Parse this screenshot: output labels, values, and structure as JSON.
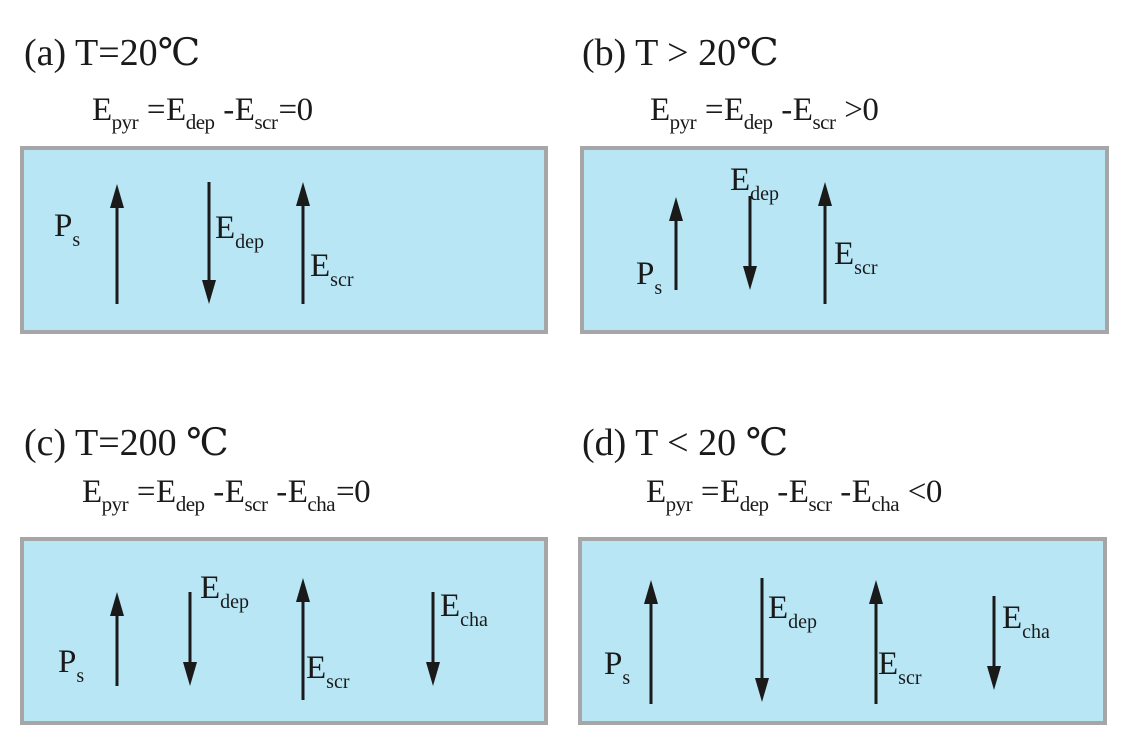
{
  "panels": [
    {
      "title": "(a)  T=20℃",
      "equation": [
        {
          "t": "E",
          "s": "pyr"
        },
        {
          "op": " =",
          "t": "E",
          "s": "dep"
        },
        {
          "op": " -",
          "t": "E",
          "s": "scr"
        },
        {
          "op": "=0"
        }
      ],
      "labels": {
        "ps": {
          "t": "P",
          "s": "s"
        },
        "edep": {
          "t": "E",
          "s": "dep"
        },
        "escr": {
          "t": "E",
          "s": "scr"
        }
      },
      "arrows": [
        {
          "name": "ps-arrow",
          "dir": "up"
        },
        {
          "name": "edep-arrow",
          "dir": "down"
        },
        {
          "name": "escr-arrow",
          "dir": "up"
        }
      ]
    },
    {
      "title": "(b)  T > 20℃",
      "equation": [
        {
          "t": "E",
          "s": "pyr"
        },
        {
          "op": " =",
          "t": "E",
          "s": "dep"
        },
        {
          "op": " -",
          "t": "E",
          "s": "scr"
        },
        {
          "op": " >0"
        }
      ],
      "labels": {
        "ps": {
          "t": "P",
          "s": "s"
        },
        "edep": {
          "t": "E",
          "s": "dep"
        },
        "escr": {
          "t": "E",
          "s": "scr"
        }
      },
      "arrows": [
        {
          "name": "ps-arrow",
          "dir": "up"
        },
        {
          "name": "edep-arrow",
          "dir": "down"
        },
        {
          "name": "escr-arrow",
          "dir": "up"
        }
      ]
    },
    {
      "title": "(c) T=200 ℃",
      "equation": [
        {
          "t": "E",
          "s": "pyr"
        },
        {
          "op": " =",
          "t": "E",
          "s": "dep"
        },
        {
          "op": " -",
          "t": "E",
          "s": "scr"
        },
        {
          "op": "  -",
          "t": "E",
          "s": "cha"
        },
        {
          "op": "=0"
        }
      ],
      "labels": {
        "ps": {
          "t": "P",
          "s": "s"
        },
        "edep": {
          "t": "E",
          "s": "dep"
        },
        "escr": {
          "t": "E",
          "s": "scr"
        },
        "echa": {
          "t": "E",
          "s": "cha"
        }
      },
      "arrows": [
        {
          "name": "ps-arrow",
          "dir": "up"
        },
        {
          "name": "edep-arrow",
          "dir": "down"
        },
        {
          "name": "escr-arrow",
          "dir": "up"
        },
        {
          "name": "echa-arrow",
          "dir": "down"
        }
      ]
    },
    {
      "title": "(d) T < 20 ℃",
      "equation": [
        {
          "t": "E",
          "s": "pyr"
        },
        {
          "op": " =",
          "t": "E",
          "s": "dep"
        },
        {
          "op": " -",
          "t": "E",
          "s": "scr"
        },
        {
          "op": "  -",
          "t": "E",
          "s": "cha"
        },
        {
          "op": " <0"
        }
      ],
      "labels": {
        "ps": {
          "t": "P",
          "s": "s"
        },
        "edep": {
          "t": "E",
          "s": "dep"
        },
        "escr": {
          "t": "E",
          "s": "scr"
        },
        "echa": {
          "t": "E",
          "s": "cha"
        }
      },
      "arrows": [
        {
          "name": "ps-arrow",
          "dir": "up"
        },
        {
          "name": "edep-arrow",
          "dir": "down"
        },
        {
          "name": "escr-arrow",
          "dir": "up"
        },
        {
          "name": "echa-arrow",
          "dir": "down"
        }
      ]
    }
  ],
  "colors": {
    "box_fill": "#b8e6f5",
    "box_border": "#a6a6a6",
    "arrow": "#1a1a1a"
  }
}
